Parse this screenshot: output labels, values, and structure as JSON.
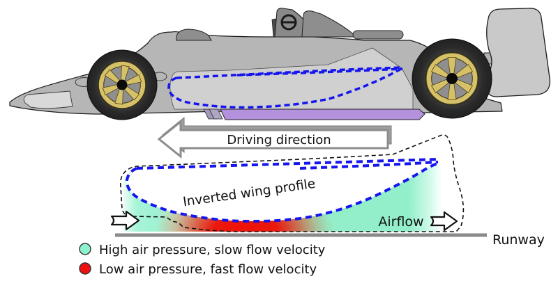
{
  "labels": {
    "driving_direction": "Driving direction",
    "inverted_wing_profile": "Inverted wing profile",
    "airflow": "Airflow",
    "runway": "Runway"
  },
  "legend": {
    "items": [
      {
        "label": "High air pressure, slow flow velocity",
        "color": "#8df3cd"
      },
      {
        "label": "Low air pressure,  fast flow velocity",
        "color": "#ee1111"
      }
    ]
  },
  "colors": {
    "car_body": "#b6b6b6",
    "car_side_panel": "#d0d0d0",
    "car_dark_parts": "#8e8e8e",
    "side_skirt_purple": "#b491dd",
    "profile_blue": "#1515ee",
    "high_pressure_green": "#93efca",
    "low_pressure_red": "#ee1208",
    "runway_gray": "#8a8a8a",
    "wheel_rim_yellow": "#d6c169",
    "arrow_outline_gray": "#8d8d8d"
  }
}
